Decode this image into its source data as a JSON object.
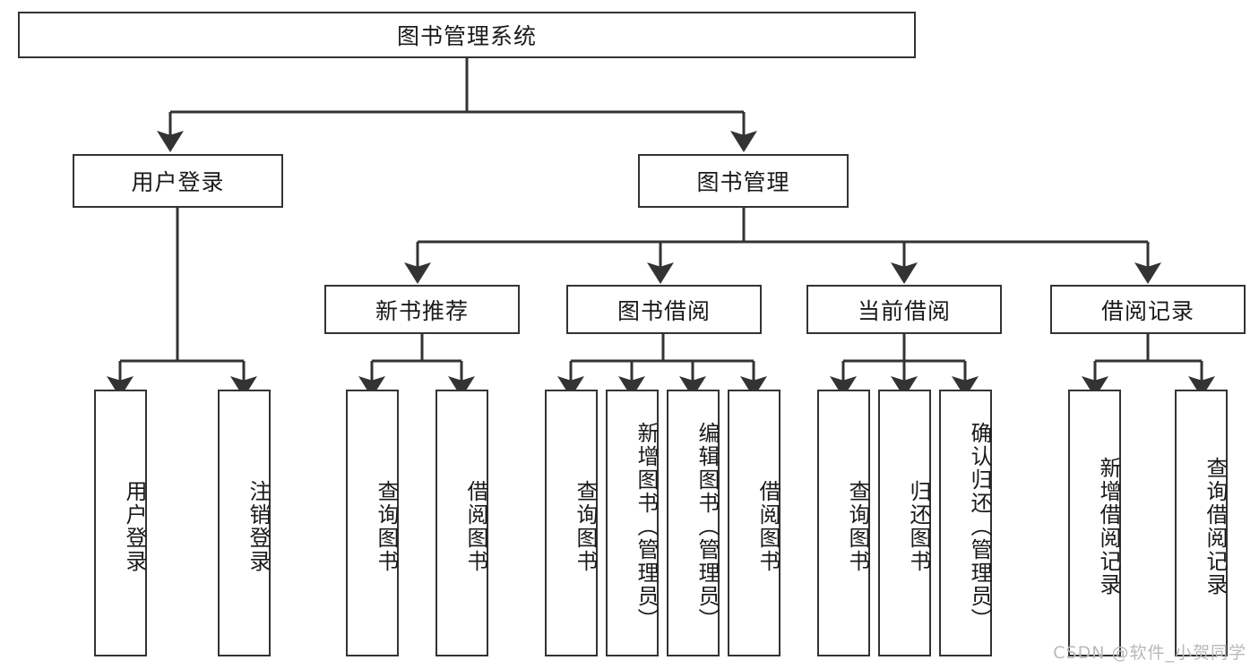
{
  "diagram": {
    "title_node": {
      "label": "图书管理系统"
    },
    "level2": [
      {
        "id": "user-login",
        "label": "用户登录"
      },
      {
        "id": "book-management",
        "label": "图书管理"
      }
    ],
    "level3": [
      {
        "id": "new-book-recommend",
        "label": "新书推荐"
      },
      {
        "id": "book-borrow",
        "label": "图书借阅"
      },
      {
        "id": "current-borrow",
        "label": "当前借阅"
      },
      {
        "id": "borrow-record",
        "label": "借阅记录"
      }
    ],
    "leaves": {
      "user_login": [
        {
          "id": "leaf-user-login",
          "label": "用户登录"
        },
        {
          "id": "leaf-logout-login",
          "label": "注销登录"
        }
      ],
      "new_book_recommend": [
        {
          "id": "leaf-query-book-1",
          "label": "查询图书"
        },
        {
          "id": "leaf-borrow-book-1",
          "label": "借阅图书"
        }
      ],
      "book_borrow": [
        {
          "id": "leaf-query-book-2",
          "label": "查询图书"
        },
        {
          "id": "leaf-add-book",
          "label": "新增图书（管理员）"
        },
        {
          "id": "leaf-edit-book",
          "label": "编辑图书（管理员）"
        },
        {
          "id": "leaf-borrow-book-2",
          "label": "借阅图书"
        }
      ],
      "current_borrow": [
        {
          "id": "leaf-query-book-3",
          "label": "查询图书"
        },
        {
          "id": "leaf-return-book",
          "label": "归还图书"
        },
        {
          "id": "leaf-confirm-return",
          "label": "确认归还（管理员）"
        }
      ],
      "borrow_record": [
        {
          "id": "leaf-add-borrow-record",
          "label": "新增借阅记录"
        },
        {
          "id": "leaf-query-borrow-record",
          "label": "查询借阅记录"
        }
      ]
    }
  },
  "watermark": {
    "text": "CSDN @软件_小贺同学"
  },
  "colors": {
    "border": "#333333",
    "text": "#1a1a1a",
    "background": "#ffffff",
    "watermark": "#b9b9b9"
  }
}
